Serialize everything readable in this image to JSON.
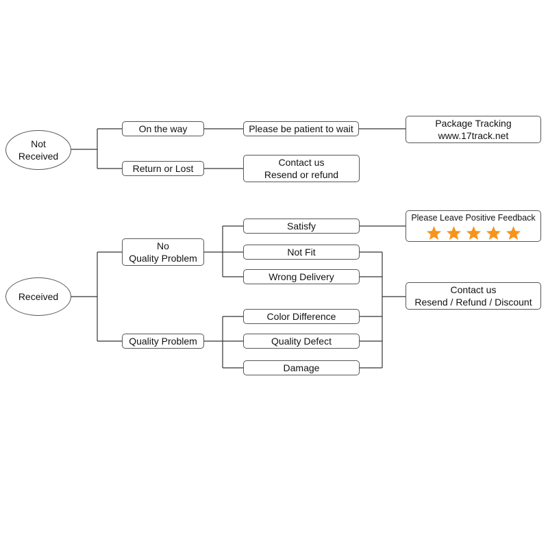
{
  "nodes": {
    "not_received": {
      "line1": "Not",
      "line2": "Received"
    },
    "received": {
      "label": "Received"
    },
    "on_the_way": {
      "label": "On the way"
    },
    "return_or_lost": {
      "label": "Return or Lost"
    },
    "patient": {
      "label": "Please be patient to wait"
    },
    "contact_resend": {
      "line1": "Contact us",
      "line2": "Resend or refund"
    },
    "package_tracking": {
      "line1": "Package Tracking",
      "line2": "www.17track.net"
    },
    "no_quality": {
      "line1": "No",
      "line2": "Quality Problem"
    },
    "quality_problem": {
      "label": "Quality Problem"
    },
    "satisfy": {
      "label": "Satisfy"
    },
    "not_fit": {
      "label": "Not Fit"
    },
    "wrong_delivery": {
      "label": "Wrong Delivery"
    },
    "color_difference": {
      "label": "Color Difference"
    },
    "quality_defect": {
      "label": "Quality Defect"
    },
    "damage": {
      "label": "Damage"
    },
    "feedback": {
      "label": "Please Leave Positive Feedback",
      "stars": 5
    },
    "contact_discount": {
      "line1": "Contact us",
      "line2": "Resend / Refund / Discount"
    }
  },
  "colors": {
    "star": "#f7941d",
    "line": "#333333",
    "border": "#555555"
  }
}
